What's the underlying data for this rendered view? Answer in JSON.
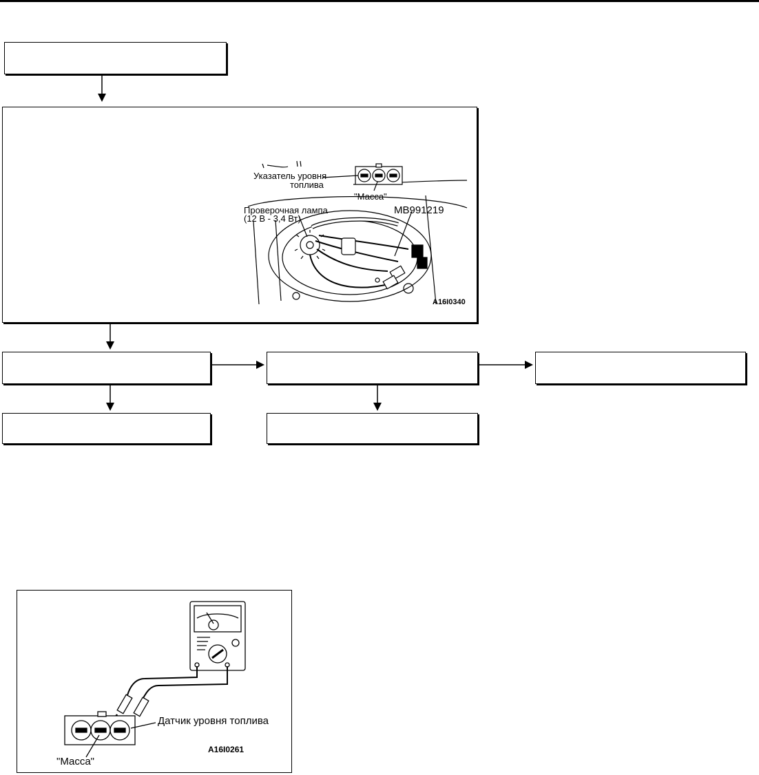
{
  "figure1": {
    "label_fuel_gauge_line1": "Указатель уровня",
    "label_fuel_gauge_line2": "топлива",
    "label_ground": "\"Масса\"",
    "label_test_lamp_line1": "Проверочная лампа",
    "label_test_lamp_line2": "(12 В - 3,4 Вт)",
    "label_adapter": "MB991219",
    "figure_code": "A16I0340"
  },
  "figure2": {
    "label_sensor": "Датчик уровня топлива",
    "label_ground": "\"Масса\"",
    "figure_code": "A16I0261"
  }
}
